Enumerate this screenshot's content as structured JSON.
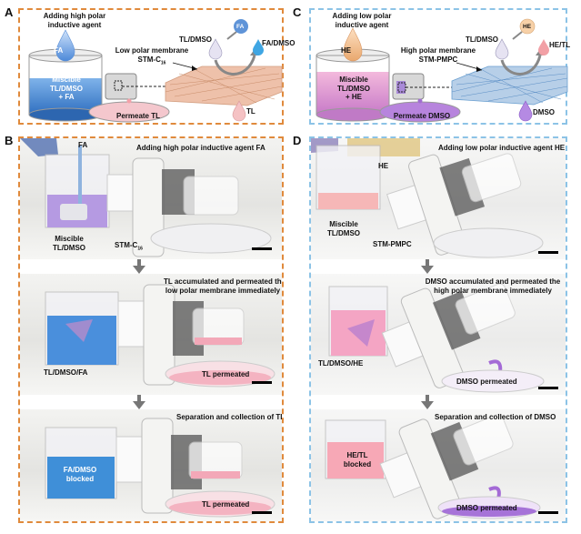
{
  "panels": {
    "A": {
      "label": "A",
      "title_line1": "Adding high polar",
      "title_line2": "inductive agent",
      "agent_drop": "FA",
      "beaker_line1": "Miscible",
      "beaker_line2": "TL/DMSO",
      "beaker_line3": "+ FA",
      "dish": "Permeate TL",
      "membrane_line1": "Low polar membrane",
      "membrane_line2": "STM-C",
      "membrane_sub": "16",
      "drop_in": "TL/DMSO",
      "drop_agent": "FA",
      "drop_out": "FA/DMSO",
      "drop_perm": "TL",
      "accent": "#e08a3c"
    },
    "C": {
      "label": "C",
      "title_line1": "Adding low polar",
      "title_line2": "inductive agent",
      "agent_drop": "HE",
      "beaker_line1": "Miscible",
      "beaker_line2": "TL/DMSO",
      "beaker_line3": "+ HE",
      "dish": "Permeate DMSO",
      "membrane_line1": "High polar membrane",
      "membrane_line2": "STM-PMPC",
      "drop_in": "TL/DMSO",
      "drop_agent": "HE",
      "drop_out": "HE/TL",
      "drop_perm": "DMSO",
      "accent": "#8cc3e6"
    },
    "B": {
      "label": "B",
      "steps": [
        {
          "caption": "Adding high polar inductive agent FA",
          "callouts": [
            "FA",
            "Miscible",
            "TL/DMSO",
            "STM-C",
            "16"
          ]
        },
        {
          "caption_line1": "TL accumulated and permeated the",
          "caption_line2": "low polar membrane immediately",
          "callouts": [
            "TL/DMSO/FA",
            "TL permeated"
          ]
        },
        {
          "caption": "Separation and collection of TL",
          "callouts": [
            "FA/DMSO",
            "blocked",
            "TL permeated"
          ]
        }
      ]
    },
    "D": {
      "label": "D",
      "steps": [
        {
          "caption": "Adding low polar inductive agent HE",
          "callouts": [
            "HE",
            "Miscible",
            "TL/DMSO",
            "STM-PMPC"
          ]
        },
        {
          "caption_line1": "DMSO accumulated and permeated the",
          "caption_line2": "high polar membrane immediately",
          "callouts": [
            "TL/DMSO/HE",
            "DMSO permeated"
          ]
        },
        {
          "caption": "Separation and collection of DMSO",
          "callouts": [
            "HE/TL",
            "blocked",
            "DMSO permeated"
          ]
        }
      ]
    }
  },
  "colors": {
    "fa_blue": "#3f8fd8",
    "tl_pink": "#f2a3b4",
    "dmso_purple": "#9a6ad6",
    "he_peach": "#f5c79a",
    "membrane_tan": "#e0a888",
    "membrane_blue": "#6a9fd0"
  }
}
